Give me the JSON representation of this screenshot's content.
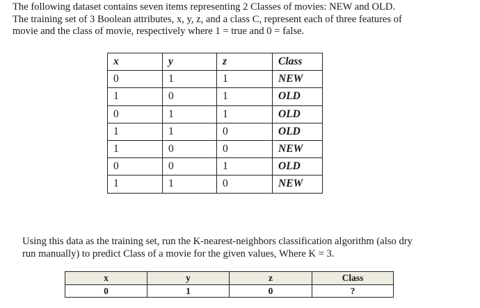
{
  "intro": {
    "lines": [
      "The following dataset contains seven items representing 2 Classes of movies: NEW and OLD.",
      "The training set of 3 Boolean attributes, x, y, z, and a class C, represent each of three features of",
      "movie and the class of movie, respectively where 1 = true and 0 = false."
    ]
  },
  "training_table": {
    "headers": [
      "x",
      "y",
      "z",
      "Class"
    ],
    "rows": [
      [
        "0",
        "1",
        "1",
        "NEW"
      ],
      [
        "1",
        "0",
        "1",
        "OLD"
      ],
      [
        "0",
        "1",
        "1",
        "OLD"
      ],
      [
        "1",
        "1",
        "0",
        "OLD"
      ],
      [
        "1",
        "0",
        "0",
        "NEW"
      ],
      [
        "0",
        "0",
        "1",
        "OLD"
      ],
      [
        "1",
        "1",
        "0",
        "NEW"
      ]
    ]
  },
  "question": {
    "lines": [
      "Using this data as the training set, run the K-nearest-neighbors classification algorithm (also dry",
      "run manually) to predict Class of a movie for the given values, Where K = 3."
    ]
  },
  "query_table": {
    "headers": [
      "x",
      "y",
      "z",
      "Class"
    ],
    "row": [
      "0",
      "1",
      "0",
      "?"
    ],
    "header_bg": "#eeebe1"
  }
}
